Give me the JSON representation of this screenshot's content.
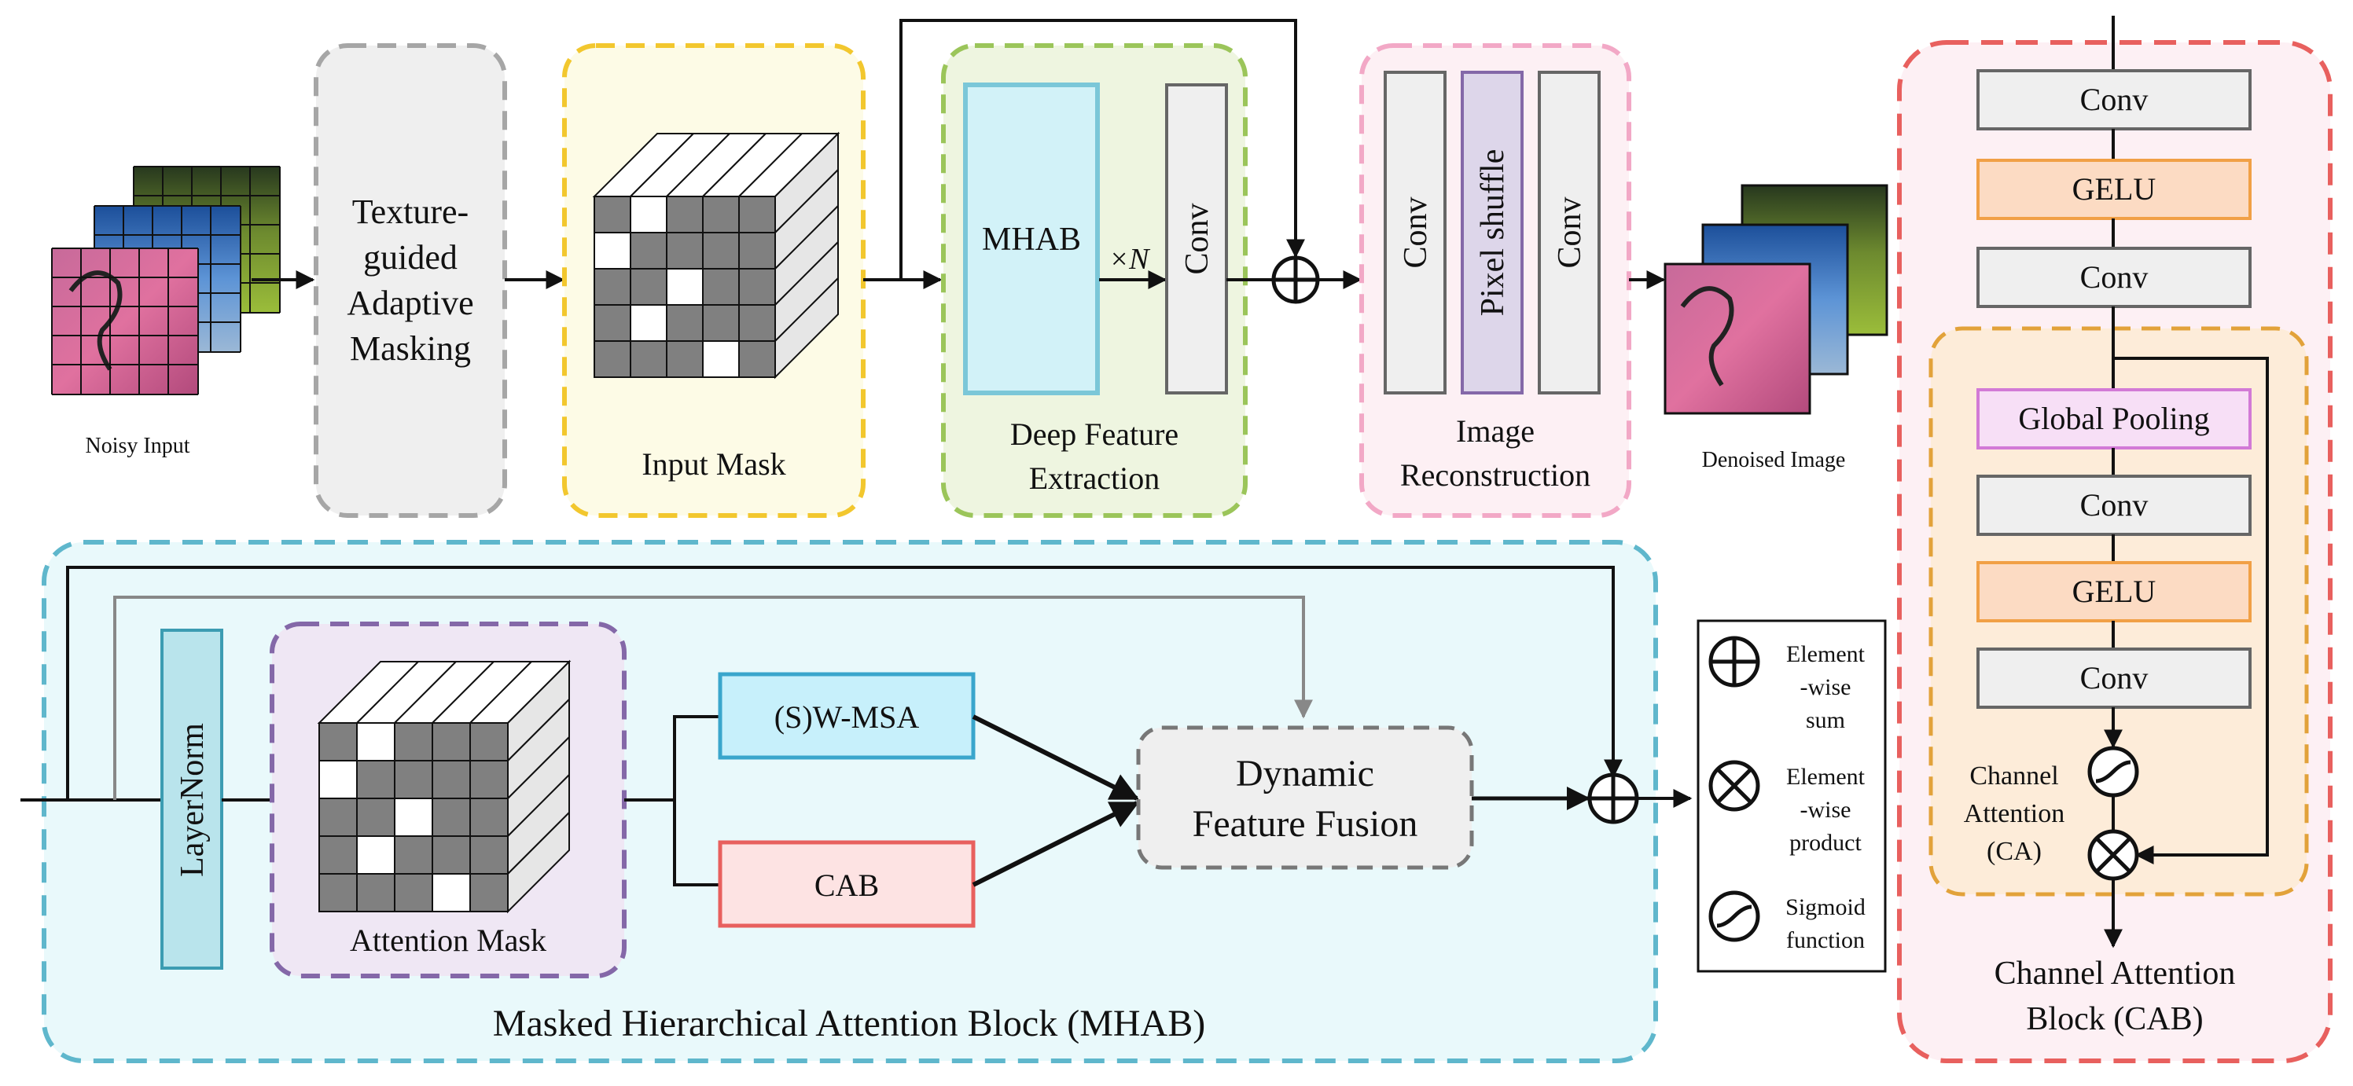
{
  "pipeline": {
    "noisy_input_label": "Noisy Input",
    "tam_line1": "Texture-",
    "tam_line2": "guided",
    "tam_line3": "Adaptive",
    "tam_line4": "Masking",
    "input_mask_label": "Input Mask",
    "mhab_label": "MHAB",
    "times_n": "×N",
    "conv_label": "Conv",
    "dfe_line1": "Deep Feature",
    "dfe_line2": "Extraction",
    "pixel_shuffle_label": "Pixel shuffle",
    "recon_line1": "Image",
    "recon_line2": "Reconstruction",
    "denoised_label": "Denoised Image"
  },
  "mhab_block": {
    "layernorm_label": "LayerNorm",
    "attention_mask_label": "Attention Mask",
    "swmsa_label": "(S)W-MSA",
    "cab_label": "CAB",
    "dff_line1": "Dynamic",
    "dff_line2": "Feature Fusion",
    "title": "Masked Hierarchical Attention Block (MHAB)"
  },
  "legend": {
    "sum_line1": "Element",
    "sum_line2": "-wise",
    "sum_line3": "sum",
    "product_line1": "Element",
    "product_line2": "-wise",
    "product_line3": "product",
    "sigmoid_line1": "Sigmoid",
    "sigmoid_line2": "function"
  },
  "cab_block": {
    "conv1": "Conv",
    "gelu1": "GELU",
    "conv2": "Conv",
    "global_pooling": "Global Pooling",
    "conv3": "Conv",
    "gelu2": "GELU",
    "conv4": "Conv",
    "ca_line1": "Channel",
    "ca_line2": "Attention",
    "ca_line3": "(CA)",
    "title_line1": "Channel Attention",
    "title_line2": "Block (CAB)"
  },
  "colors": {
    "gray_dash": "#a6a6a6",
    "yellow_dash": "#f2c72e",
    "green_dash": "#9bc55a",
    "pink_dash": "#f2a8c6",
    "cyan_dash": "#5fb7cc",
    "purple_dash": "#8468a8",
    "red_dash": "#e8605e",
    "orange_dash": "#e2a23a",
    "mhab_fill": "#d7f4f8",
    "cab_orange": "#fcdbc3",
    "gelu_stroke": "#f1a046",
    "pooling_stroke": "#d27ad6"
  }
}
